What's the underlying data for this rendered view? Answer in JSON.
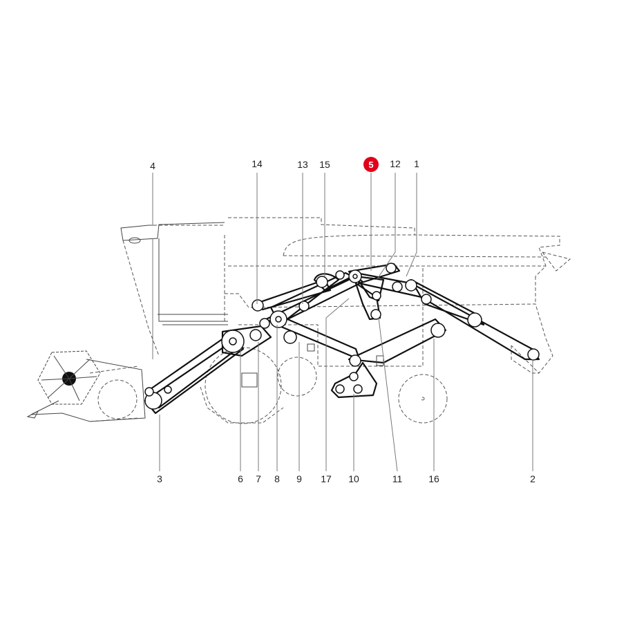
{
  "diagram": {
    "highlight_color": "#e2001a",
    "callouts": [
      {
        "id": "4",
        "label": "4"
      },
      {
        "id": "14",
        "label": "14"
      },
      {
        "id": "13",
        "label": "13"
      },
      {
        "id": "15",
        "label": "15"
      },
      {
        "id": "5",
        "label": "5",
        "highlighted": true
      },
      {
        "id": "12",
        "label": "12"
      },
      {
        "id": "1",
        "label": "1"
      },
      {
        "id": "3",
        "label": "3"
      },
      {
        "id": "6",
        "label": "6"
      },
      {
        "id": "7",
        "label": "7"
      },
      {
        "id": "8",
        "label": "8"
      },
      {
        "id": "9",
        "label": "9"
      },
      {
        "id": "17",
        "label": "17"
      },
      {
        "id": "10",
        "label": "10"
      },
      {
        "id": "11",
        "label": "11"
      },
      {
        "id": "16",
        "label": "16"
      },
      {
        "id": "2",
        "label": "2"
      }
    ]
  }
}
